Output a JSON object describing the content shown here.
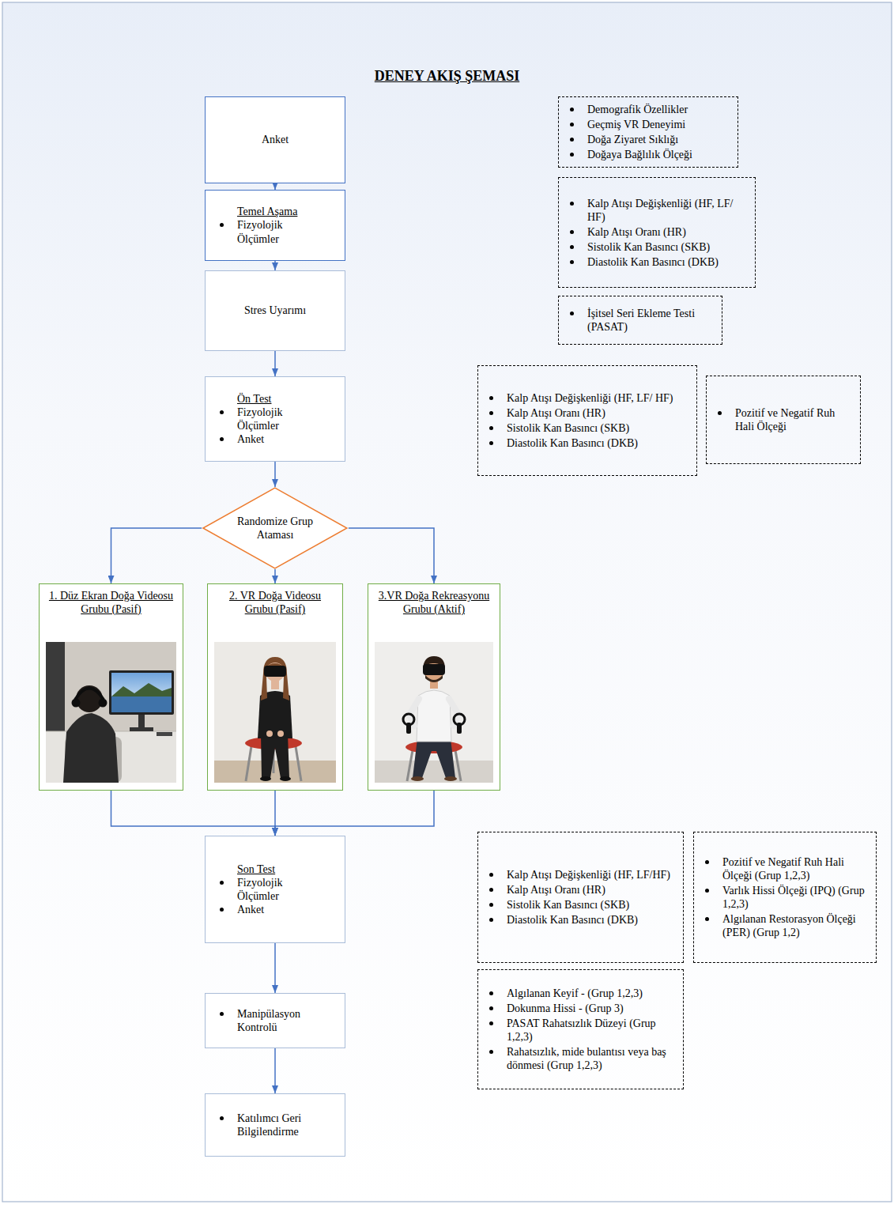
{
  "diagram": {
    "title": "DENEY AKIŞ ŞEMASI",
    "nodes": [
      {
        "text": [
          "Anket"
        ]
      },
      {
        "text": [
          "Demografik Özellikler",
          "Geçmiş VR Deneyimi",
          "Doğa Ziyaret Sıklığı",
          "Doğaya Bağlılık Ölçeği"
        ]
      },
      {
        "text": [
          "Temel Aşama",
          "Fizyolojik Ölçümler"
        ]
      },
      {
        "text": [
          "Kalp Atışı Değişkenliği (HF, LF/ HF)",
          "Kalp Atışı Oranı (HR)",
          "Sistolik Kan Basıncı (SKB)",
          "Diastolik Kan Basıncı (DKB)"
        ]
      },
      {
        "text": [
          "Stres Uyarımı"
        ]
      },
      {
        "text": [
          "İşitsel Seri Ekleme Testi (PASAT)"
        ]
      },
      {
        "text": [
          "Ön Test",
          "Fizyolojik Ölçümler",
          "Anket"
        ]
      },
      {
        "text": [
          "Kalp Atışı Değişkenliği (HF, LF/ HF)",
          "Kalp Atışı Oranı (HR)",
          "Sistolik Kan Basıncı (SKB)",
          "Diastolik Kan Basıncı (DKB)"
        ]
      },
      {
        "text": [
          "Pozitif ve Negatif Ruh Hali Ölçeği"
        ]
      },
      {
        "text": [
          "Randomize Grup Ataması"
        ]
      },
      {
        "text": [
          "1. Düz Ekran Doğa Videosu Grubu (Pasif)"
        ]
      },
      {
        "text": [
          "2. VR Doğa Videosu Grubu (Pasif)"
        ]
      },
      {
        "text": [
          "3.VR Doğa Rekreasyonu Grubu (Aktif)"
        ]
      },
      {
        "text": [
          "Son Test",
          "Fizyolojik Ölçümler",
          "Anket"
        ]
      },
      {
        "text": [
          "Kalp Atışı Değişkenliği (HF, LF/HF)",
          "Kalp Atışı Oranı (HR)",
          "Sistolik Kan Basıncı (SKB)",
          "Diastolik Kan Basıncı (DKB)"
        ]
      },
      {
        "text": [
          "Pozitif ve Negatif Ruh Hali Ölçeği (Grup 1,2,3)",
          "Varlık Hissi Ölçeği (IPQ) (Grup 1,2,3)",
          "Algılanan Restorasyon Ölçeği (PER) (Grup 1,2)"
        ]
      },
      {
        "text": [
          "Algılanan Keyif - (Grup 1,2,3)",
          "Dokunma Hissi - (Grup 3)",
          "PASAT Rahatsızlık Düzeyi (Grup 1,2,3)",
          "Rahatsızlık, mide bulantısı veya baş dönmesi (Grup 1,2,3)"
        ]
      },
      {
        "text": [
          "Manipülasyon Kontrolü"
        ]
      },
      {
        "text": [
          "Katılımcı Geri Bilgilendirme"
        ]
      }
    ],
    "edges": [
      {
        "from": 0,
        "to": 2,
        "arrow": "to"
      },
      {
        "from": 2,
        "to": 4,
        "arrow": "to"
      },
      {
        "from": 4,
        "to": 6,
        "arrow": "to"
      },
      {
        "from": 6,
        "to": 9,
        "arrow": "to"
      },
      {
        "from": 9,
        "to": 10,
        "arrow": "to"
      },
      {
        "from": 9,
        "to": 11,
        "arrow": "to"
      },
      {
        "from": 9,
        "to": 12,
        "arrow": "to"
      },
      {
        "from": 10,
        "to": 13,
        "arrow": "to"
      },
      {
        "from": 11,
        "to": 13,
        "arrow": "to"
      },
      {
        "from": 12,
        "to": 13,
        "arrow": "to"
      },
      {
        "from": 13,
        "to": 17,
        "arrow": "to"
      },
      {
        "from": 17,
        "to": 18,
        "arrow": "to"
      }
    ]
  }
}
